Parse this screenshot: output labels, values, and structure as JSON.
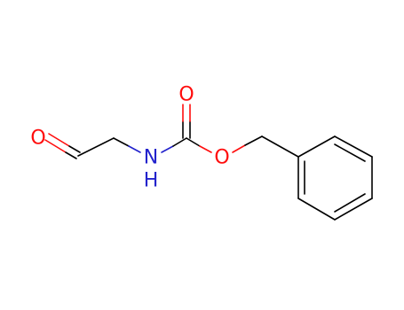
{
  "molecule": {
    "atoms": {
      "aldehyde_oxygen": "O",
      "nitrogen": "N",
      "hydrogen": "H",
      "carbonyl_oxygen": "O",
      "ester_oxygen": "O"
    },
    "colors": {
      "oxygen": "#ff0d0d",
      "nitrogen": "#2222cc",
      "bond": "#000000",
      "background": "#ffffff"
    }
  }
}
